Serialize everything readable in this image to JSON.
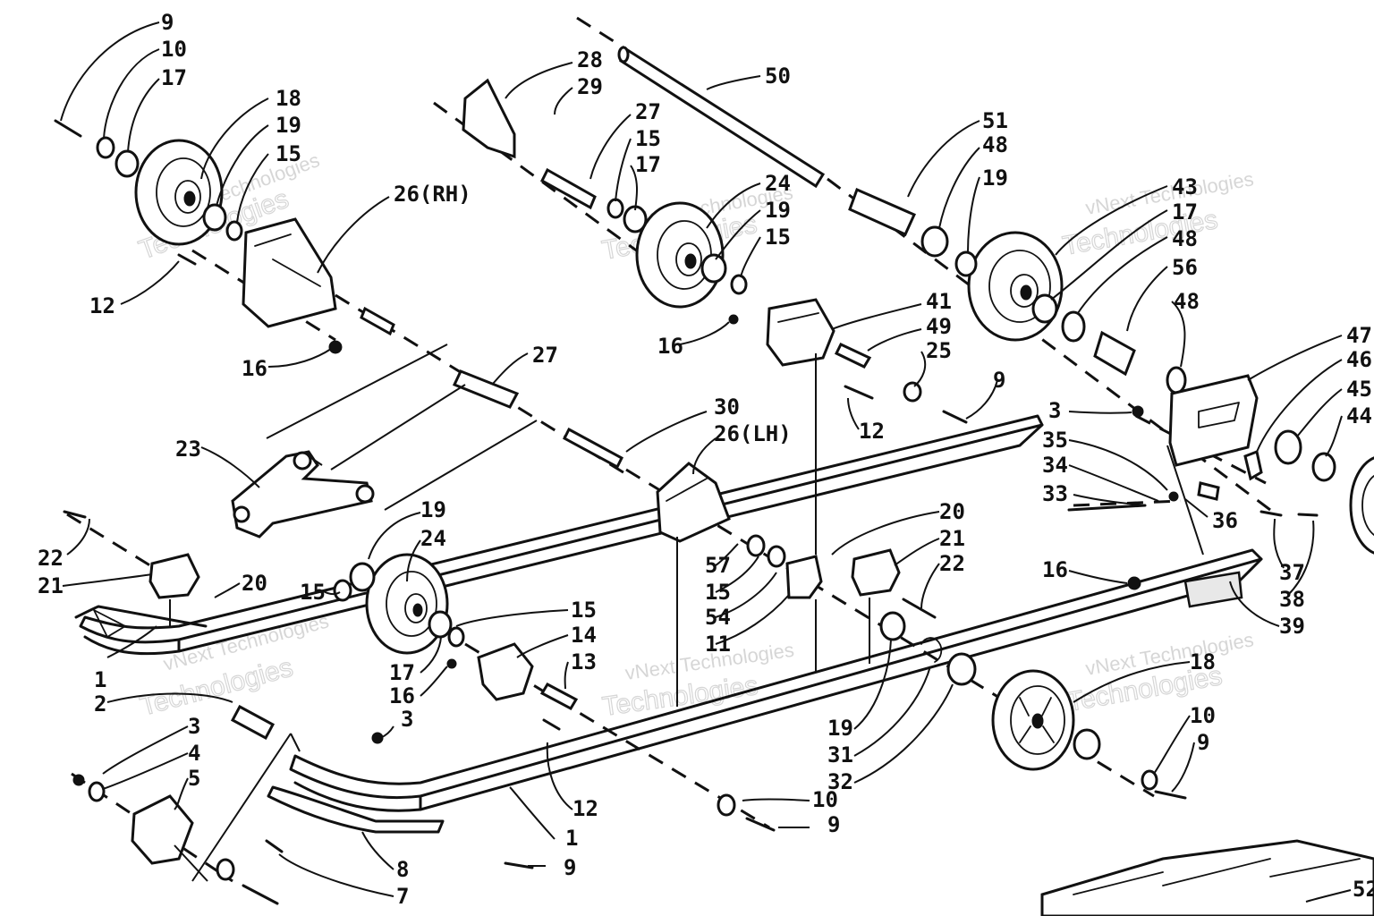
{
  "watermark": {
    "line1": "vNext",
    "line2": "Technologies",
    "combined": "vNext Technologies"
  },
  "callouts": [
    "9",
    "10",
    "17",
    "18",
    "19",
    "15",
    "26(RH)",
    "12",
    "16",
    "28",
    "29",
    "27",
    "15",
    "17",
    "24",
    "19",
    "15",
    "50",
    "51",
    "48",
    "19",
    "43",
    "17",
    "48",
    "56",
    "48",
    "47",
    "46",
    "45",
    "44",
    "16",
    "41",
    "49",
    "25",
    "9",
    "12",
    "3",
    "35",
    "34",
    "33",
    "36",
    "37",
    "38",
    "39",
    "16",
    "27",
    "30",
    "26(LH)",
    "23",
    "19",
    "24",
    "15",
    "22",
    "21",
    "20",
    "20",
    "21",
    "22",
    "57",
    "15",
    "54",
    "11",
    "1",
    "2",
    "15",
    "14",
    "13",
    "17",
    "16",
    "3",
    "4",
    "5",
    "3",
    "19",
    "31",
    "32",
    "18",
    "10",
    "9",
    "10",
    "9",
    "12",
    "1",
    "8",
    "7",
    "9",
    "52"
  ]
}
